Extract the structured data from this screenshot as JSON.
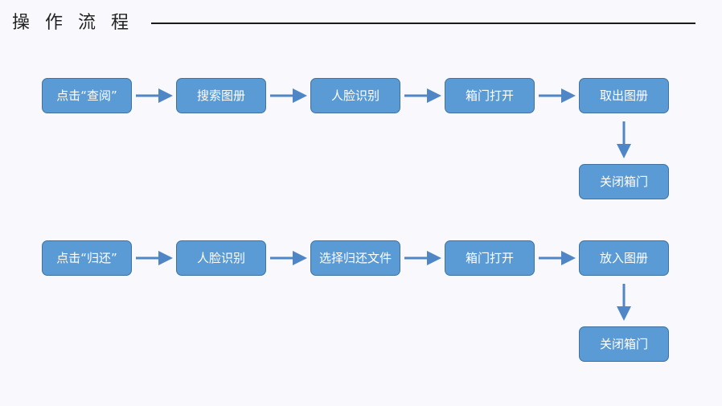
{
  "title": "操作流程",
  "flows": [
    {
      "steps": [
        "点击“查阅”",
        "搜索图册",
        "人脸识别",
        "箱门打开",
        "取出图册"
      ],
      "final": "关闭箱门"
    },
    {
      "steps": [
        "点击“归还”",
        "人脸识别",
        "选择归还文件",
        "箱门打开",
        "放入图册"
      ],
      "final": "关闭箱门"
    }
  ],
  "colors": {
    "node_fill": "#5b9bd5",
    "node_border": "#41729f",
    "arrow": "#4f86c6"
  }
}
